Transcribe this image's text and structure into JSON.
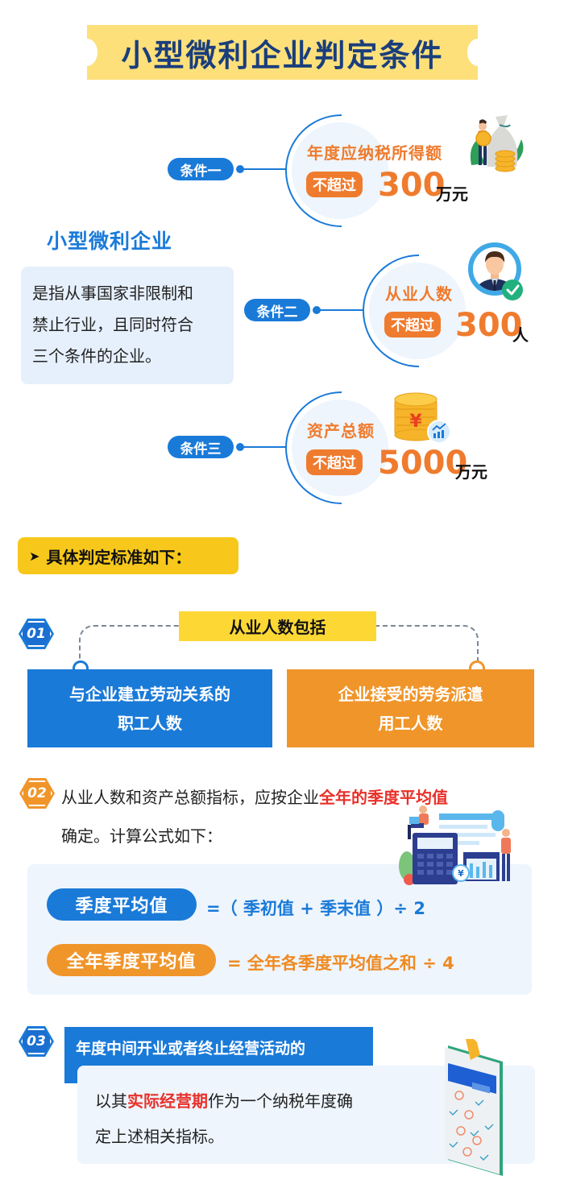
{
  "title": "小型微利企业判定条件",
  "intro": {
    "title": "小型微利企业",
    "lines": [
      "是指从事国家非限制和",
      "禁止行业，且同时符合",
      "三个条件的企业。"
    ]
  },
  "conditions": [
    {
      "tag": "条件一",
      "label": "年度应纳税所得额",
      "limit": "不超过",
      "value": "300",
      "unit": "万元",
      "icon": "money-bag-person-icon"
    },
    {
      "tag": "条件二",
      "label": "从业人数",
      "limit": "不超过",
      "value": "300",
      "unit": "人",
      "icon": "employee-check-icon"
    },
    {
      "tag": "条件三",
      "label": "资产总额",
      "limit": "不超过",
      "value": "5000",
      "unit": "万元",
      "icon": "coin-stack-chart-icon"
    }
  ],
  "criteria_header": {
    "arrow": "➤",
    "text": "具体判定标准如下："
  },
  "section1": {
    "badge": "01",
    "label": "从业人数包括",
    "left_box": [
      "与企业建立劳动关系的",
      "职工人数"
    ],
    "right_box": [
      "企业接受的劳务派遣",
      "用工人数"
    ]
  },
  "section2": {
    "badge": "02",
    "text_prefix": "从业人数和资产总额指标，应按企业",
    "text_highlight": "全年的季度平均值",
    "text_suffix": "确定。计算公式如下：",
    "formulas": [
      {
        "name": "季度平均值",
        "expr": "=（ 季初值 + 季末值 ）÷ 2"
      },
      {
        "name": "全年季度平均值",
        "expr": "= 全年各季度平均值之和 ÷ 4"
      }
    ]
  },
  "section3": {
    "badge": "03",
    "header": "年度中间开业或者终止经营活动的",
    "text_prefix": "以其",
    "text_highlight": "实际经营期",
    "text_mid": "作为一个纳税年度确",
    "text_line2": "定上述相关指标。"
  },
  "colors": {
    "blue": "#1a7ad8",
    "orange": "#ef7b2e",
    "yellow": "#fdd835",
    "title_navy": "#1a3e7c",
    "highlight_red": "#e8312a"
  }
}
